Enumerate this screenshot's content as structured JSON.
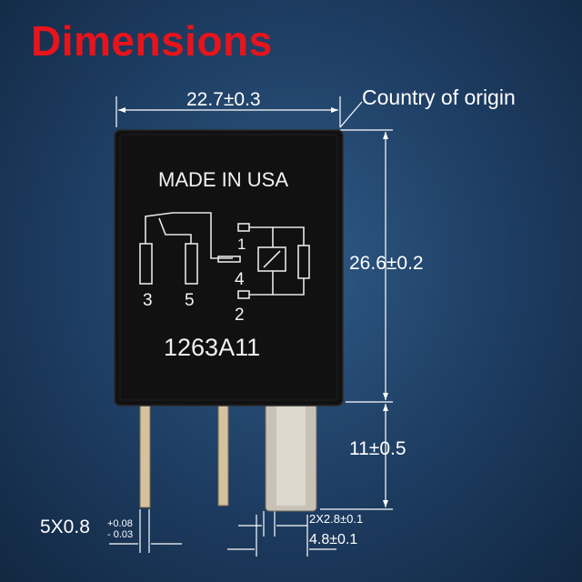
{
  "title": "Dimensions",
  "relay": {
    "made_in": "MADE IN USA",
    "part_number": "1263A11",
    "pin_labels": [
      "3",
      "5",
      "1",
      "4",
      "2"
    ]
  },
  "dimensions": {
    "width": "22.7±0.3",
    "height": "26.6±0.2",
    "pin_length": "11±0.5",
    "pin_width_main": "5X0.8",
    "pin_width_tol_upper": "+0.08",
    "pin_width_tol_lower": "- 0.03",
    "blade_thickness": "2X2.8±0.1",
    "blade_width": "4.8±0.1"
  },
  "labels": {
    "country_of_origin": "Country of origin"
  },
  "colors": {
    "title": "#e8141b",
    "background": "#1d3c61",
    "relay_body": "#111111"
  }
}
